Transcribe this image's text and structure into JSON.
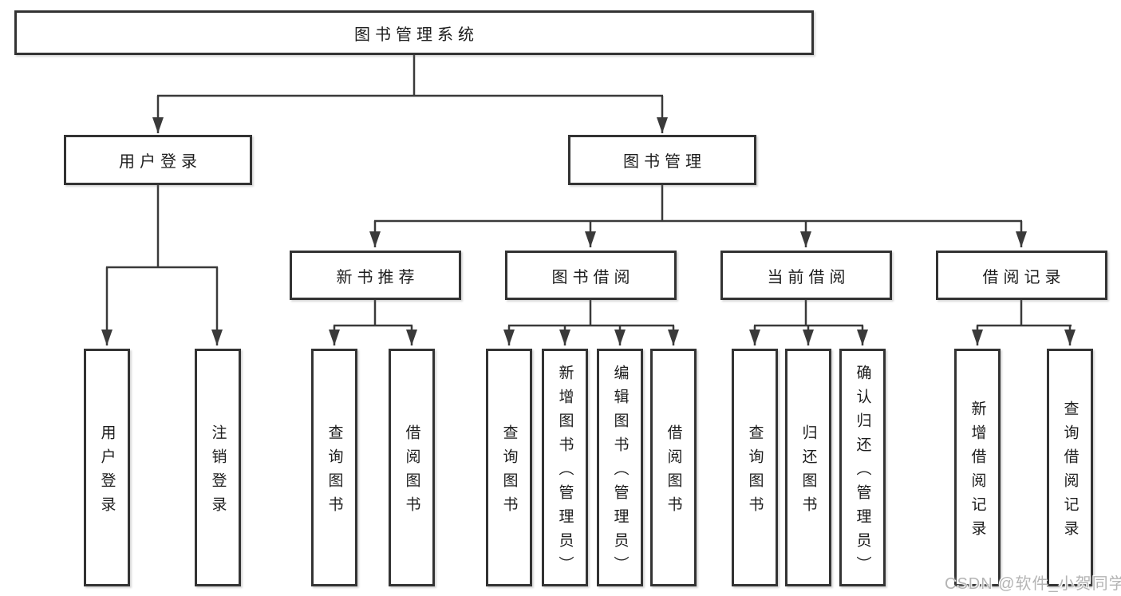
{
  "watermark": "CSDN @软件_小贺同学",
  "colors": {
    "box_border": "#333333",
    "connector_line": "#3a3a3a",
    "box_background": "#ffffff",
    "text": "#1d1d1d",
    "watermark_text": "#b4b4b4"
  },
  "tree": {
    "root": {
      "label": "图书管理系统"
    },
    "branches": [
      {
        "label": "用户登录",
        "children": [
          {
            "label": "用户登录"
          },
          {
            "label": "注销登录"
          }
        ]
      },
      {
        "label": "图书管理",
        "children": [
          {
            "label": "新书推荐",
            "children": [
              {
                "label": "查询图书"
              },
              {
                "label": "借阅图书"
              }
            ]
          },
          {
            "label": "图书借阅",
            "children": [
              {
                "label": "查询图书"
              },
              {
                "label": "新增图书（管理员）"
              },
              {
                "label": "编辑图书（管理员）"
              },
              {
                "label": "借阅图书"
              }
            ]
          },
          {
            "label": "当前借阅",
            "children": [
              {
                "label": "查询图书"
              },
              {
                "label": "归还图书"
              },
              {
                "label": "确认归还（管理员）"
              }
            ]
          },
          {
            "label": "借阅记录",
            "children": [
              {
                "label": "新增借阅记录"
              },
              {
                "label": "查询借阅记录"
              }
            ]
          }
        ]
      }
    ]
  }
}
